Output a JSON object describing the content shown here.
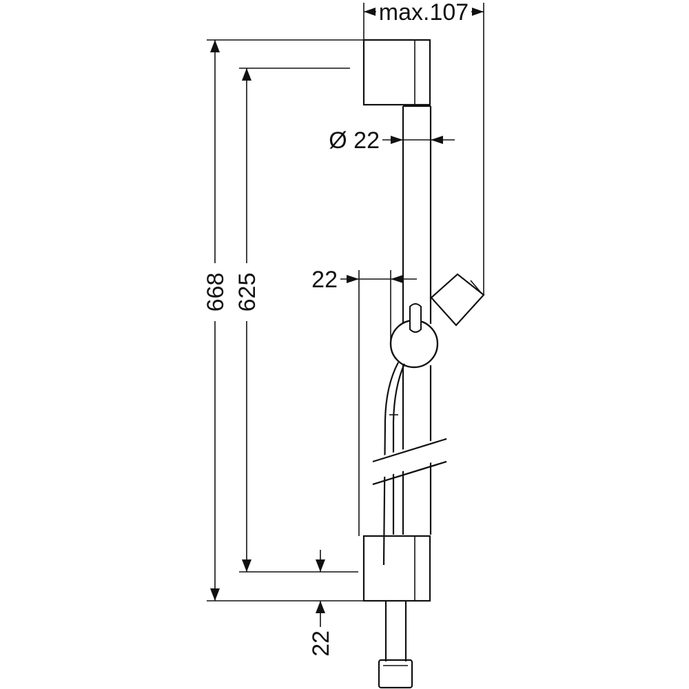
{
  "drawing": {
    "dimensions": {
      "max_projection": "max.107",
      "rail_diameter": "Ø 22",
      "offset": "22",
      "overall_height": "668",
      "bracket_spacing": "625",
      "bottom_offset": "22"
    }
  }
}
